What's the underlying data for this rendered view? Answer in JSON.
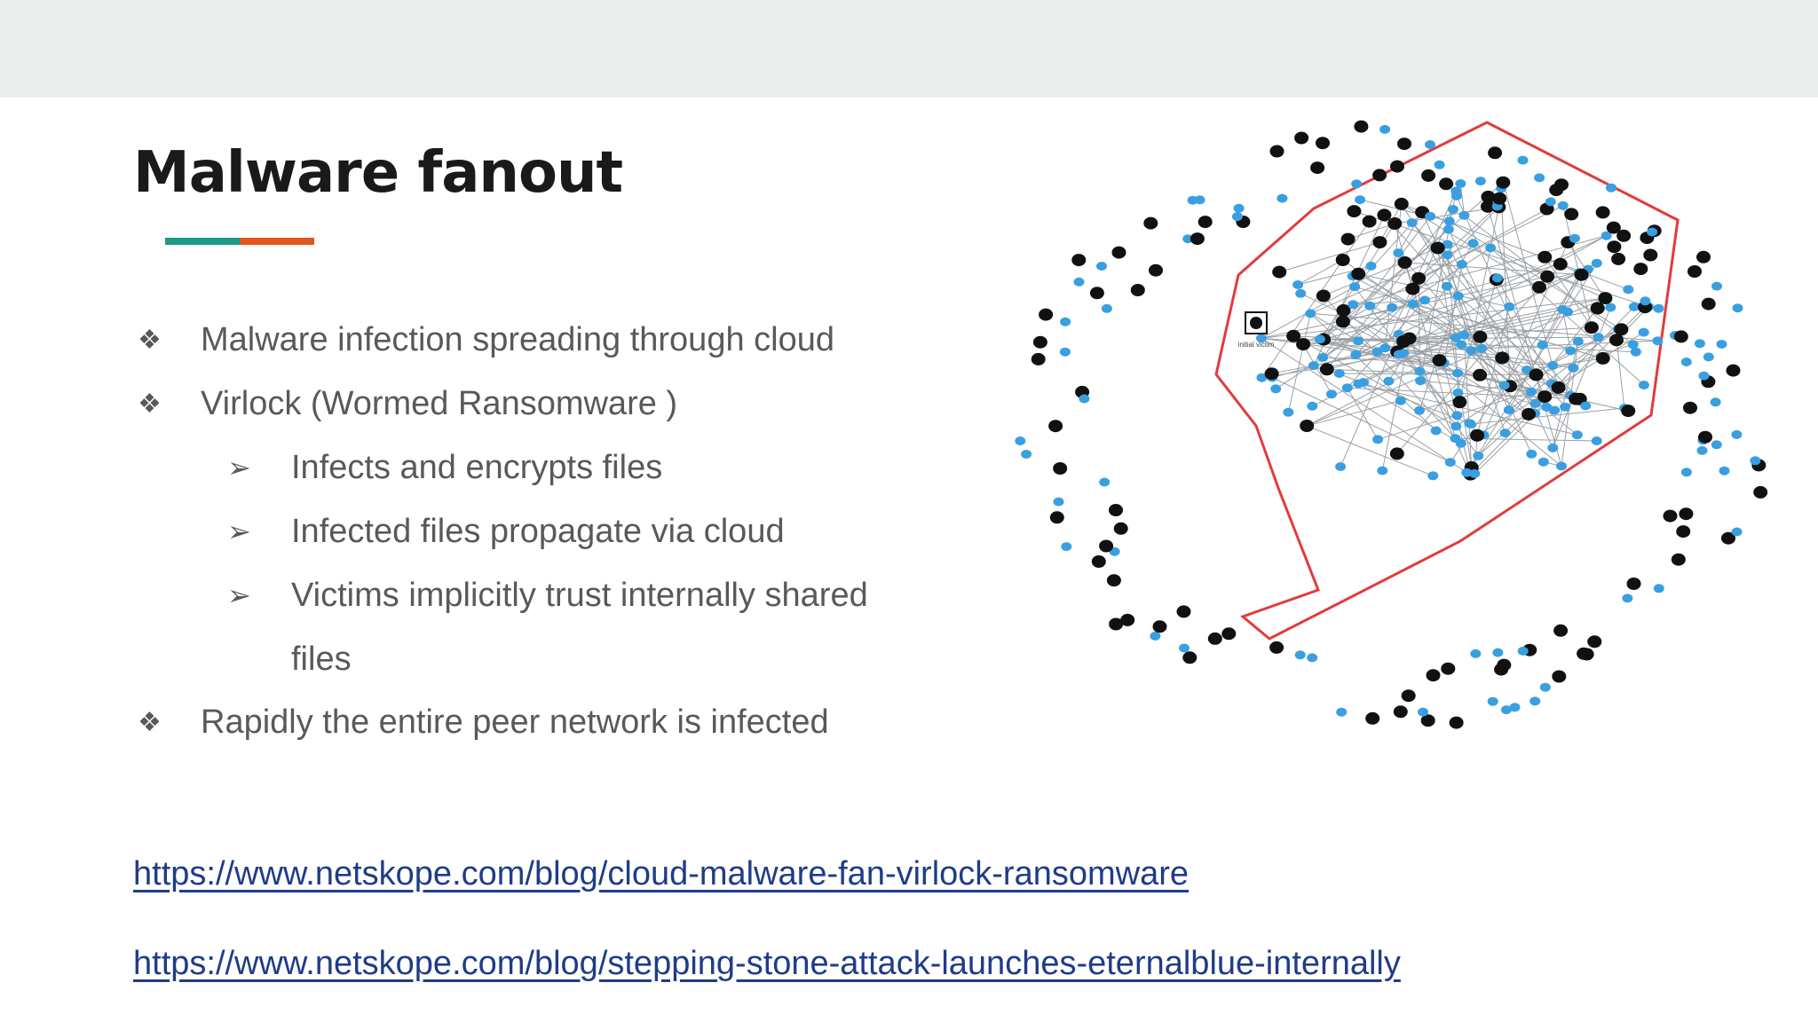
{
  "slide": {
    "title": "Malware fanout",
    "bullets": [
      {
        "glyph": "❖",
        "text": "Malware infection spreading through cloud"
      },
      {
        "glyph": "❖",
        "text": "Virlock (Wormed Ransomware )"
      },
      {
        "glyph": "➢",
        "text": "Infects and encrypts files"
      },
      {
        "glyph": "➢",
        "text": "Infected files propagate via cloud"
      },
      {
        "glyph": "➢",
        "text": "Victims implicitly trust internally shared",
        "continuation": "files"
      },
      {
        "glyph": "❖",
        "text": "Rapidly the entire peer network is infected"
      }
    ],
    "links": [
      "https://www.netskope.com/blog/cloud-malware-fan-virlock-ransomware",
      "https://www.netskope.com/blog/stepping-stone-attack-launches-eternalblue-internally"
    ],
    "image": {
      "description_icon": "network-graph",
      "label_near_patient_zero": "initial victim",
      "colors": {
        "infected": "#111111",
        "clean": "#3a9fe0",
        "boundary": "#e23b3b",
        "edge": "#9aa0a6"
      }
    }
  },
  "colors": {
    "accent_teal": "#1b9a84",
    "accent_orange": "#e2561d",
    "link": "#1f3c88",
    "topbar": "#e9eeed"
  }
}
